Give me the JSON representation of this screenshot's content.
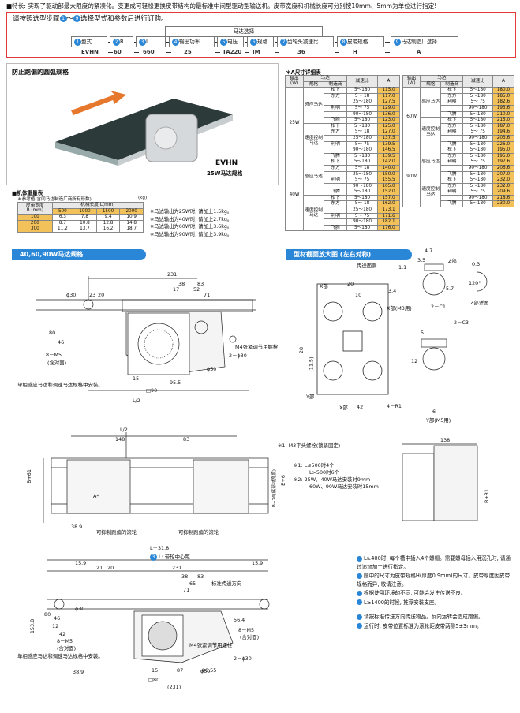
{
  "header": {
    "feature_text": "■特长: 实现了驱动部最大限度的紧凑化。变更成可轻松更换皮带结构的最标准中间型驱动型输送机。皮带宽度和机械长度可分别按10mm、5mm为单位进行指定!"
  },
  "selection": {
    "title_pre": "请按照选型步骤",
    "title_mid": "〜",
    "title_post": "选择型式和参数后进行订购。",
    "step_first": "1",
    "step_last": "9",
    "group_label": "马达选择",
    "fields": [
      {
        "num": "1",
        "label": "型式",
        "code": "EVHN"
      },
      {
        "num": "2",
        "label": "B",
        "code": "60"
      },
      {
        "num": "3",
        "label": "L",
        "code": "660"
      },
      {
        "num": "4",
        "label": "输出功率",
        "code": "25"
      },
      {
        "num": "5",
        "label": "电压",
        "code": "TA220"
      },
      {
        "num": "6",
        "label": "规格",
        "code": "IM"
      },
      {
        "num": "7",
        "label": "齿轮头减速比",
        "code": "36"
      },
      {
        "num": "8",
        "label": "皮带规格",
        "code": "H"
      },
      {
        "num": "9",
        "label": "马达制造厂选择",
        "code": "A"
      }
    ]
  },
  "product": {
    "section_title": "防止跑偏的圆弧规格",
    "model": "EVHN",
    "motor_spec": "25W马达规格"
  },
  "weight_table": {
    "title": "■机体重量表",
    "subtitle": "＊参考值(含同马达制造厂商所有形数)",
    "unit": "(kg)",
    "col_head_1": "皮带宽度",
    "col_head_1b": "B (mm)",
    "col_head_2": "机械长度 L(mm)",
    "lengths": [
      "500",
      "1000",
      "1500",
      "2000"
    ],
    "rows": [
      {
        "b": "100",
        "vals": [
          "6.3",
          "7.8",
          "9.4",
          "10.9"
        ]
      },
      {
        "b": "200",
        "vals": [
          "8.7",
          "10.8",
          "12.8",
          "14.8"
        ]
      },
      {
        "b": "300",
        "vals": [
          "11.2",
          "13.7",
          "16.2",
          "18.7"
        ]
      }
    ],
    "notes": [
      "※马达输出为25W时, 请加上1.5kg。",
      "※马达输出为40W时, 请加上2.7kg。",
      "※马达输出为60W时, 请加上3.6kg。",
      "※马达输出为90W时, 请加上3.9kg。"
    ]
  },
  "dim_table": {
    "title": "＊A尺寸详细表",
    "headers": [
      "输出\n(W)",
      "马达",
      "减速比",
      "A"
    ],
    "sub_headers": [
      "规格",
      "制造商"
    ],
    "left": [
      {
        "w": "25W",
        "spec": "感应马达",
        "rows": [
          {
            "m": "松下",
            "r": "5〜180",
            "a": "115.0"
          },
          {
            "m": "东方",
            "r": "5〜 18",
            "a": "117.0"
          },
          {
            "m": "",
            "r": "25〜180",
            "a": "127.5"
          },
          {
            "m": "利明",
            "r": "5〜 75",
            "a": "129.0"
          },
          {
            "m": "",
            "r": "90〜180",
            "a": "136.0"
          },
          {
            "m": "飞腾",
            "r": "5〜180",
            "a": "123.0"
          }
        ]
      },
      {
        "w": "",
        "spec": "速度控制马达",
        "rows": [
          {
            "m": "松下",
            "r": "5〜180",
            "a": "125.0"
          },
          {
            "m": "东方",
            "r": "5〜 18",
            "a": "127.0"
          },
          {
            "m": "",
            "r": "25〜180",
            "a": "137.5"
          },
          {
            "m": "利明",
            "r": "5〜 75",
            "a": "139.5"
          },
          {
            "m": "",
            "r": "90〜180",
            "a": "146.5"
          },
          {
            "m": "飞腾",
            "r": "5〜180",
            "a": "139.5"
          }
        ]
      },
      {
        "w": "40W",
        "spec": "感应马达",
        "rows": [
          {
            "m": "松下",
            "r": "5〜180",
            "a": "142.0"
          },
          {
            "m": "东方",
            "r": "5〜 18",
            "a": "140.0"
          },
          {
            "m": "",
            "r": "25〜180",
            "a": "150.0"
          },
          {
            "m": "利明",
            "r": "5〜 75",
            "a": "155.5"
          },
          {
            "m": "",
            "r": "90〜180",
            "a": "165.0"
          },
          {
            "m": "飞腾",
            "r": "5〜180",
            "a": "152.0"
          }
        ]
      },
      {
        "w": "",
        "spec": "速度控制马达",
        "rows": [
          {
            "m": "松下",
            "r": "5〜180",
            "a": "157.0"
          },
          {
            "m": "东方",
            "r": "5〜 18",
            "a": "162.0"
          },
          {
            "m": "",
            "r": "25〜180",
            "a": "173.1"
          },
          {
            "m": "利明",
            "r": "5〜 75",
            "a": "171.6"
          },
          {
            "m": "",
            "r": "90〜180",
            "a": "182.1"
          },
          {
            "m": "飞腾",
            "r": "5〜180",
            "a": "176.0"
          }
        ]
      }
    ],
    "right": [
      {
        "w": "60W",
        "spec": "感应马达",
        "rows": [
          {
            "m": "松下",
            "r": "5〜180",
            "a": "180.0"
          },
          {
            "m": "东方",
            "r": "5〜180",
            "a": "185.0"
          },
          {
            "m": "利明",
            "r": "5〜 75",
            "a": "182.6"
          },
          {
            "m": "",
            "r": "90〜180",
            "a": "193.6"
          },
          {
            "m": "飞腾",
            "r": "5〜180",
            "a": "210.0"
          }
        ]
      },
      {
        "w": "",
        "spec": "速度控制马达",
        "rows": [
          {
            "m": "松下",
            "r": "5〜180",
            "a": "215.0"
          },
          {
            "m": "东方",
            "r": "5〜180",
            "a": "187.0"
          },
          {
            "m": "利明",
            "r": "5〜 75",
            "a": "194.6"
          },
          {
            "m": "",
            "r": "90〜180",
            "a": "203.6"
          },
          {
            "m": "飞腾",
            "r": "5〜180",
            "a": "226.0"
          }
        ]
      },
      {
        "w": "90W",
        "spec": "感应马达",
        "rows": [
          {
            "m": "松下",
            "r": "5〜180",
            "a": "195.0"
          },
          {
            "m": "东方",
            "r": "5〜180",
            "a": "195.0"
          },
          {
            "m": "利明",
            "r": "5〜 75",
            "a": "197.6"
          },
          {
            "m": "",
            "r": "90〜180",
            "a": "206.6"
          },
          {
            "m": "飞腾",
            "r": "5〜180",
            "a": "207.0"
          }
        ]
      },
      {
        "w": "",
        "spec": "速度控制马达",
        "rows": [
          {
            "m": "松下",
            "r": "5〜180",
            "a": "232.0"
          },
          {
            "m": "东方",
            "r": "5〜180",
            "a": "232.0"
          },
          {
            "m": "利明",
            "r": "5〜 75",
            "a": "209.6"
          },
          {
            "m": "",
            "r": "90〜180",
            "a": "218.6"
          },
          {
            "m": "飞腾",
            "r": "5〜180",
            "a": "230.0"
          }
        ]
      }
    ]
  },
  "drawings": {
    "left_title": "40,60,90W马达规格",
    "right_title": "型材截面放大图 (左右对称)",
    "transport_face": "传送面侧",
    "labels": {
      "d231": "231",
      "d38": "38",
      "d83": "83",
      "d17": "17",
      "d52": "52",
      "d71": "71",
      "d30a": "ϕ30",
      "d23": "23",
      "d20": "20",
      "d80": "80",
      "d46": "46",
      "d8m5": "8－M5",
      "hole": "(含对面)",
      "m4": "M4张紧调节用螺栓",
      "d2_30": "2－ϕ30",
      "d50": "ϕ50",
      "d15": "15",
      "d95": "95.5",
      "sq90": "□90",
      "lhalf": "L/2",
      "note_sensor": "单相感应马达和调速马达规格中安装。",
      "l2": "L/2",
      "d148": "148",
      "d83b": "83",
      "m3": "※1: M3平头螺栓(锁紧固定)",
      "bp61": "B+61",
      "a": "A*",
      "b6": "B+6",
      "bminus": "B+26(底部材宽度)",
      "d38_9": "38.9",
      "roller_note": "可抑制跑偏的滚轮",
      "note_a": "※1: L≤500时4个",
      "note_b": "L>500时6个",
      "note_c": "※2: 25W、40W马达安装时9mm",
      "note_d": "60W、90W马达安装时15mm",
      "d138": "138",
      "b31": "B+31",
      "lp318": "L＋31.8",
      "center": "L: 带轮中心距",
      "center_num": "3",
      "d15_9": "15.9",
      "d21": "21",
      "d20b": "20",
      "d231b": "231",
      "d83c": "83",
      "d38b": "38",
      "d65": "65",
      "d71b": "71",
      "std_dir": "标准传送方向",
      "d30b": "ϕ30",
      "d153": "153.8",
      "d80b": "80",
      "d46b": "46",
      "d12": "12",
      "d42": "42",
      "d8m5b": "8－M5",
      "hole2": "(含对面)",
      "d8m5c": "8－M5",
      "hole3": "(含对面)",
      "m4b": "M4张紧调节用螺栓",
      "d56": "56.4",
      "d2_30b": "2－ϕ30",
      "d50b": "ϕ50",
      "d15b": "15",
      "d87": "87",
      "d8055": "80.55",
      "sq80": "□80",
      "d231c": "(231)",
      "d38c": "38.9",
      "note_sensor2": "单相感应马达和调速马达规格中安装。",
      "x_section": "X部",
      "x_part": "X部(M3用)",
      "y_part": "Y部(M5用)",
      "z_part": "Z部",
      "z_detail": "Z部详图",
      "y_sec": "Y部",
      "x_sec2": "X部",
      "d47": "4.7",
      "d35": "3.5",
      "d11": "1.1",
      "d03": "0.3",
      "d120": "120°",
      "d2c1": "2－C1",
      "d2c3": "2－C3",
      "d4r1": "4－R1",
      "d6": "6",
      "d34": "3.4",
      "d57": "5.7",
      "d42b": "42",
      "d28": "28",
      "d115": "(11.5)",
      "d5": "5",
      "d12b": "12",
      "d1": "1",
      "d10": "10"
    }
  },
  "notes": [
    "L≥400时, 每个槽中插入4个螺帽。需要螺母插入用沉孔时, 请通过追加加工进行指定。",
    "圆中的尺寸为皮带规格H(厚度0.9mm)的尺寸。皮带厚度因皮带规格而异, 敬请注意。",
    "根据使用环境的不同, 可能会发生传送不良。",
    "L≥1400的时候, 推荐安装支座。",
    "请按标准传送方向传送物品。反向运转会造成跑偏。",
    "运行时, 皮带位置标准为滚轮距皮带两侧5±3mm。"
  ]
}
